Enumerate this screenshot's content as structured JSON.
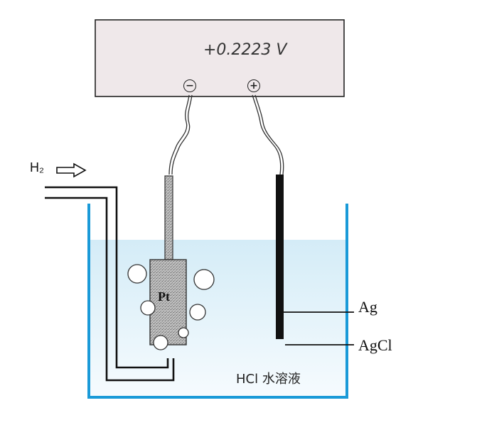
{
  "meter": {
    "reading": "+0.2223 V",
    "negative_terminal": "−",
    "positive_terminal": "+"
  },
  "labels": {
    "gas_inlet": "H₂",
    "platinum_electrode": "Pt",
    "silver": "Ag",
    "silver_chloride": "AgCl",
    "solution": "HCl 水溶液"
  },
  "colors": {
    "meter_panel": "#efe8ea",
    "beaker_wall": "#1a9ad8",
    "solution_top": "#d4ecf7",
    "solution_bottom": "#f4fafd",
    "outline": "#111111"
  }
}
